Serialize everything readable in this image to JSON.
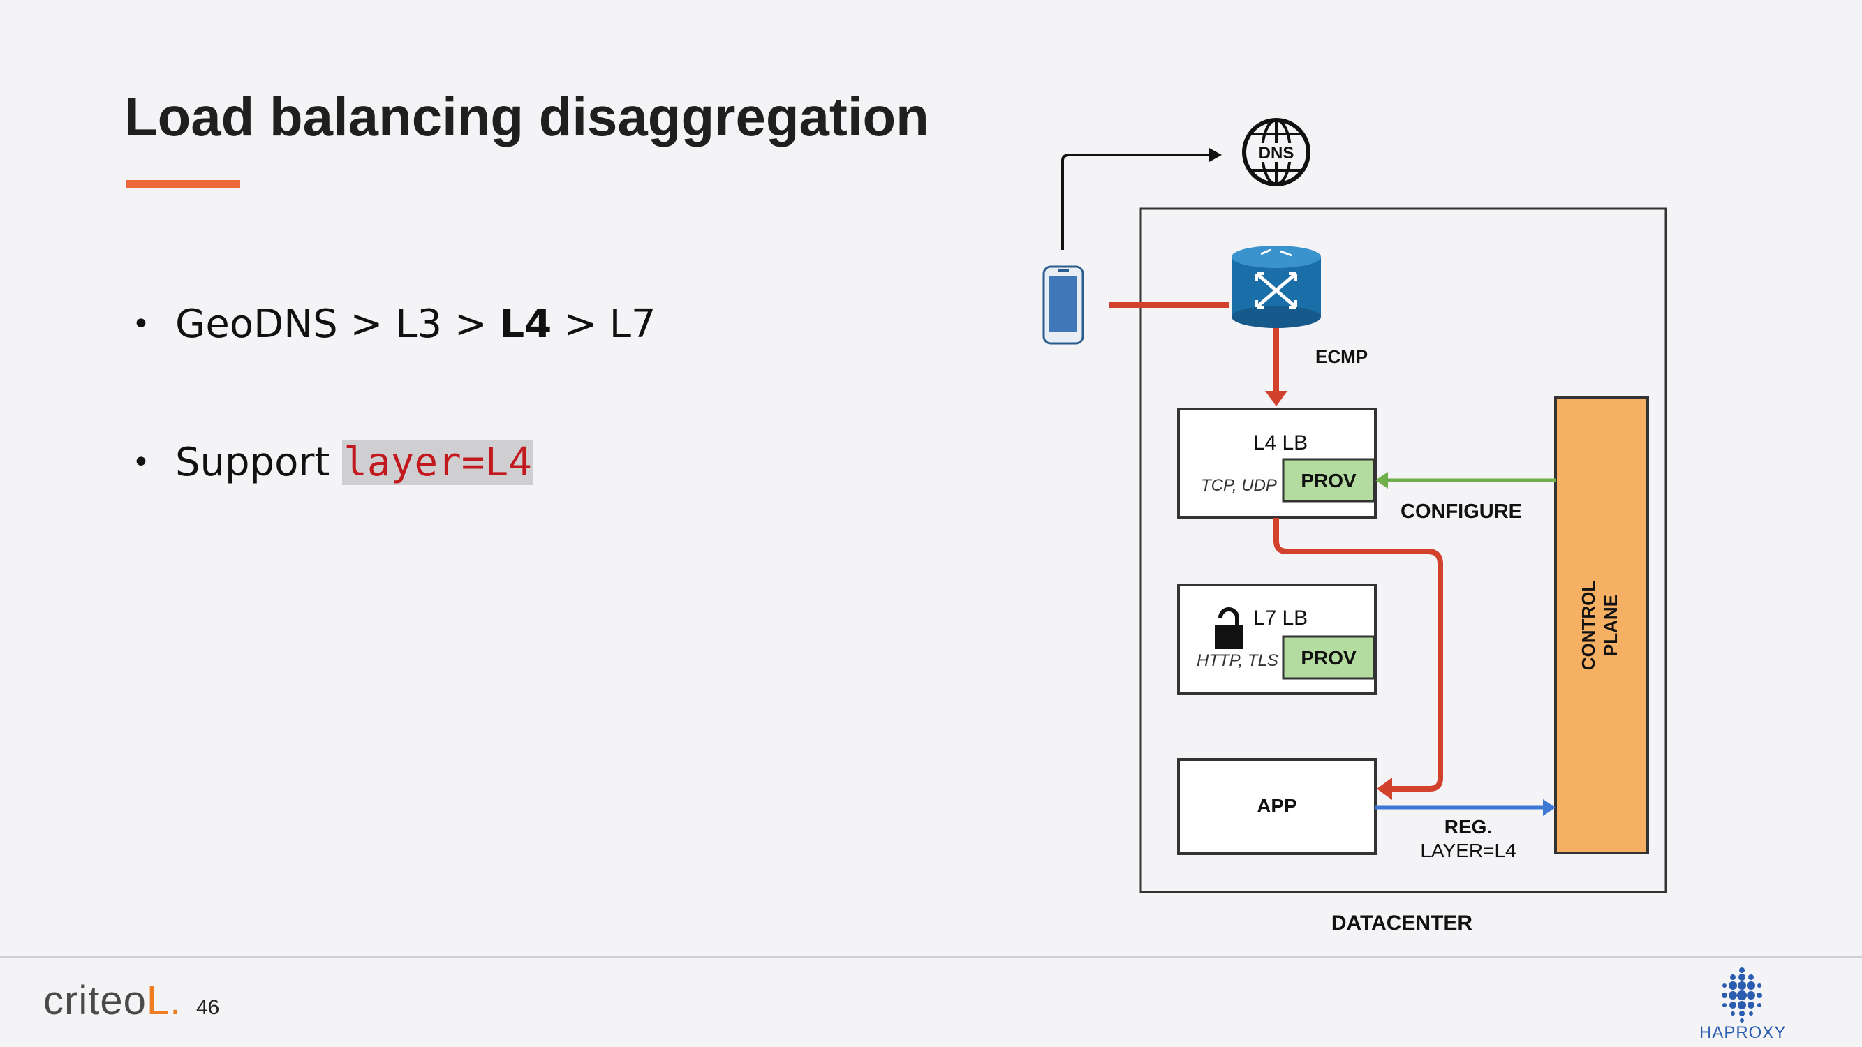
{
  "slide": {
    "title": "Load balancing disaggregation",
    "page_number": "46"
  },
  "bullets": [
    {
      "parts": [
        {
          "text": "GeoDNS > L3 > ",
          "bold": false
        },
        {
          "text": "L4",
          "bold": true
        },
        {
          "text": " > L7",
          "bold": false
        }
      ]
    },
    {
      "prefix": "Support ",
      "code": "layer=L4"
    }
  ],
  "diagram": {
    "dns_label": "DNS",
    "ecmp_label": "ECMP",
    "l4lb": {
      "title": "L4 LB",
      "protocols": "TCP, UDP",
      "prov": "PROV"
    },
    "l7lb": {
      "title": "L7 LB",
      "protocols": "HTTP, TLS",
      "prov": "PROV"
    },
    "app_label": "APP",
    "configure_label": "CONFIGURE",
    "control_plane_line1": "CONTROL",
    "control_plane_line2": "PLANE",
    "reg_line1": "REG.",
    "reg_line2": "LAYER=L4",
    "datacenter_label": "DATACENTER",
    "colors": {
      "red_arrow": "#d2412b",
      "green_arrow": "#6fae4b",
      "blue_arrow": "#3f78d4",
      "control_plane": "#f5b063",
      "prov_box": "#b4dca0",
      "router": "#1b6fa8"
    }
  },
  "footer": {
    "logo_text": "criteo",
    "partner_logo": "HAPROXY"
  }
}
